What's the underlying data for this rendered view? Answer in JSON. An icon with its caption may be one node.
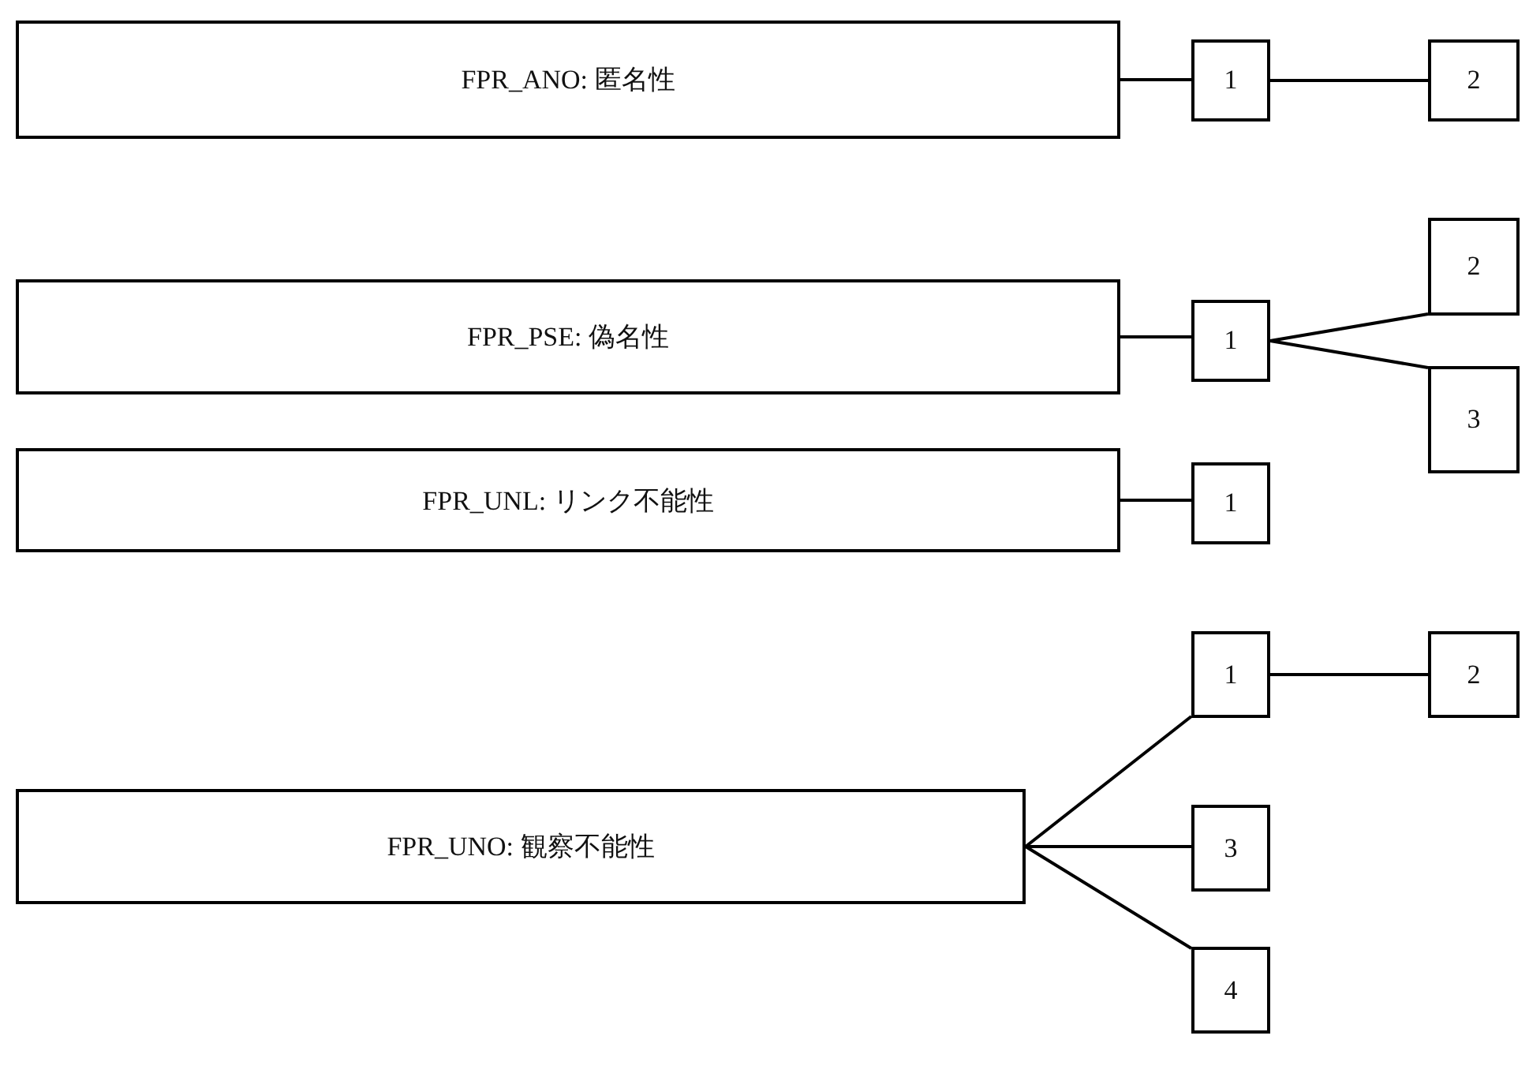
{
  "diagram": {
    "nodes": [
      {
        "text": [
          "FPR_ANO: 匿名性"
        ]
      },
      {
        "text": [
          "1"
        ]
      },
      {
        "text": [
          "2"
        ]
      },
      {
        "text": [
          "FPR_PSE: 偽名性"
        ]
      },
      {
        "text": [
          "1"
        ]
      },
      {
        "text": [
          "2"
        ]
      },
      {
        "text": [
          "3"
        ]
      },
      {
        "text": [
          "FPR_UNL: リンク不能性"
        ]
      },
      {
        "text": [
          "1"
        ]
      },
      {
        "text": [
          "1"
        ]
      },
      {
        "text": [
          "2"
        ]
      },
      {
        "text": [
          "FPR_UNO: 観察不能性"
        ]
      },
      {
        "text": [
          "3"
        ]
      },
      {
        "text": [
          "4"
        ]
      }
    ],
    "edges": [
      {
        "from": 0,
        "to": 1,
        "arrow": "none"
      },
      {
        "from": 1,
        "to": 2,
        "arrow": "none"
      },
      {
        "from": 3,
        "to": 4,
        "arrow": "none"
      },
      {
        "from": 4,
        "to": 5,
        "arrow": "none"
      },
      {
        "from": 4,
        "to": 6,
        "arrow": "none"
      },
      {
        "from": 7,
        "to": 8,
        "arrow": "none"
      },
      {
        "from": 11,
        "to": 9,
        "arrow": "none"
      },
      {
        "from": 9,
        "to": 10,
        "arrow": "none"
      },
      {
        "from": 11,
        "to": 12,
        "arrow": "none"
      },
      {
        "from": 11,
        "to": 13,
        "arrow": "none"
      }
    ]
  }
}
